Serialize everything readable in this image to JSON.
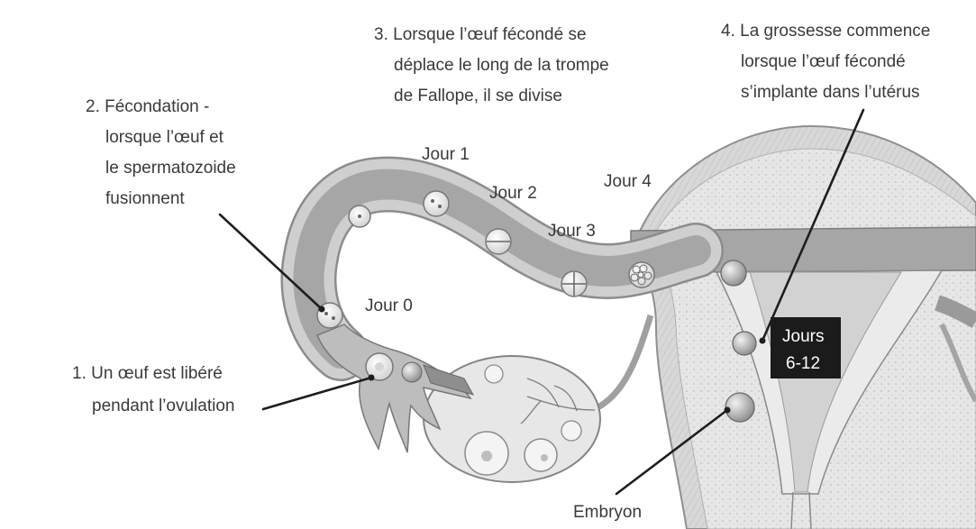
{
  "figure": {
    "step_3": {
      "line_1": "3. Lorsque l’œuf fécondé se",
      "line_2": "déplace le long de la trompe",
      "line_3": "de Fallope, il se divise"
    },
    "step_4": {
      "line_1": "4. La grossesse commence",
      "line_2": "lorsque l’œuf fécondé",
      "line_3": "s’implante dans l’utérus"
    },
    "step_2": {
      "line_1": "2. Fécondation -",
      "line_2": "lorsque l’œuf et",
      "line_3": "le spermatozoide",
      "line_4": "fusionnent"
    },
    "step_1": {
      "line_1": "1. Un œuf est libéré",
      "line_2": "pendant l’ovulation"
    },
    "days": {
      "day_0": "Jour 0",
      "day_1": "Jour 1",
      "day_2": "Jour 2",
      "day_3": "Jour 3",
      "day_4": "Jour 4"
    },
    "implantation_badge": {
      "line_1": "Jours",
      "line_2": "6-12"
    },
    "embryo_label": "Embryon"
  },
  "colors": {
    "label_text": "#3a3a3a",
    "leader_line": "#1e1e1e",
    "badge_background": "#1b1b1b",
    "badge_text": "#ffffff"
  }
}
